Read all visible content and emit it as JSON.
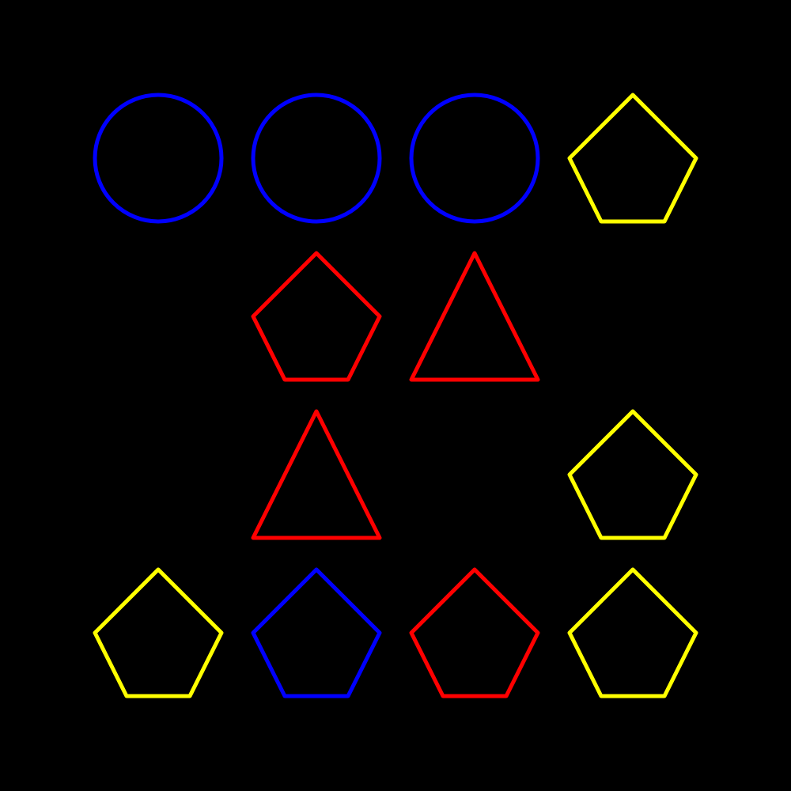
{
  "background": "#000000",
  "colors": {
    "blue": "#0000ff",
    "red": "#ff0000",
    "yellow": "#ffff00"
  },
  "grid": {
    "rows": 4,
    "columns": 4
  },
  "shapes": [
    {
      "row": 0,
      "col": 0,
      "kind": "circle",
      "color": "blue"
    },
    {
      "row": 0,
      "col": 1,
      "kind": "circle",
      "color": "blue"
    },
    {
      "row": 0,
      "col": 2,
      "kind": "circle",
      "color": "blue"
    },
    {
      "row": 0,
      "col": 3,
      "kind": "pentagon",
      "color": "yellow"
    },
    {
      "row": 1,
      "col": 1,
      "kind": "pentagon",
      "color": "red"
    },
    {
      "row": 1,
      "col": 2,
      "kind": "triangle",
      "color": "red"
    },
    {
      "row": 2,
      "col": 1,
      "kind": "triangle",
      "color": "red"
    },
    {
      "row": 2,
      "col": 3,
      "kind": "pentagon",
      "color": "yellow"
    },
    {
      "row": 3,
      "col": 0,
      "kind": "pentagon",
      "color": "yellow"
    },
    {
      "row": 3,
      "col": 1,
      "kind": "pentagon",
      "color": "blue"
    },
    {
      "row": 3,
      "col": 2,
      "kind": "pentagon",
      "color": "red"
    },
    {
      "row": 3,
      "col": 3,
      "kind": "pentagon",
      "color": "yellow"
    }
  ]
}
